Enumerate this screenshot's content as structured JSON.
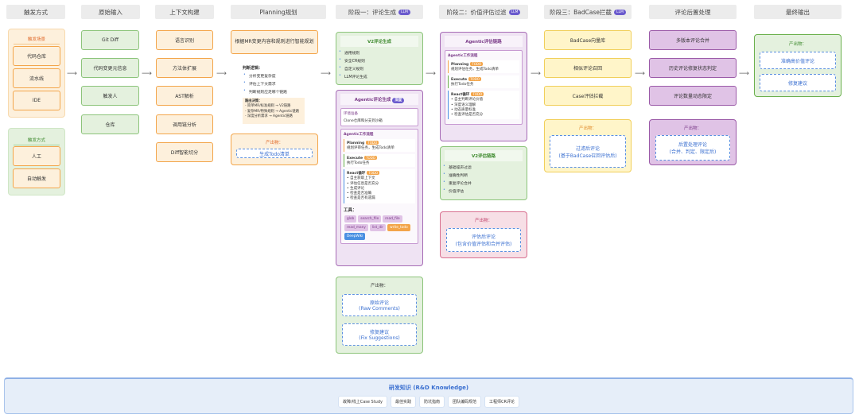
{
  "headers": [
    "触发方式",
    "原始输入",
    "上下文构建",
    "Planning规划",
    "阶段一：评论生成",
    "阶段二：价值评估过滤",
    "阶段三：BadCase拦截",
    "评论后置处理",
    "最终输出"
  ],
  "llm_badge": "LLM",
  "trigger": {
    "scene_title": "触发场景",
    "scenes": [
      "代码仓库",
      "流水线",
      "IDE"
    ],
    "mode_title": "触发方式",
    "modes": [
      "人工",
      "自动触发"
    ]
  },
  "inputs": [
    "Git Diff",
    "代码变更元信息",
    "触发人",
    "仓库"
  ],
  "context": [
    "语言识别",
    "方法体扩展",
    "AST解析",
    "调用链分析",
    "Diff智能切分"
  ],
  "planning": {
    "main": "根据MR变更内容和规则进行智能规划",
    "logic_title": "判断逻辑：",
    "logic": [
      "分析变更复杂度",
      "评估上下文需求",
      "判断规则应走哪个链路"
    ],
    "decision_title": "路由决策：",
    "decisions": [
      "- 简单MR/标准规则 → V2链路",
      "- 复杂MR/特殊规则 → Agentic链路",
      "- 深度分析需求 → Agentic链路"
    ],
    "output_title": "产出物：",
    "output": "生成Todo清单"
  },
  "stage1": {
    "v2_title": "V2评论生成",
    "v2_items": [
      "通用规则",
      "安全CR规则",
      "自定义规则",
      "LLM评论生成"
    ],
    "agentic_title": "Agentic评论生成",
    "agentic_badge": "深度",
    "env_title": "环境准备",
    "env_text": "Clone仓库和分支到沙箱",
    "flow_title": "Agentic工作流程",
    "todo": "TODO",
    "planning": "Planning",
    "planning_desc": "规划评审任务，生成Todo清单",
    "execute": "Execute",
    "execute_desc": "执行Todo任务",
    "react": "React循环",
    "react_items": [
      "• 自主获取上下文",
      "• 评估信息是否充分",
      "• 生成评论",
      "• 检查是否准确",
      "• 检查是否有遗漏"
    ],
    "tools_title": "工具：",
    "tools": [
      "glob",
      "search_file",
      "read_file",
      "read_many",
      "list_dir",
      "write_todo",
      "DeepWiki"
    ],
    "output_title": "产出物：",
    "outputs": [
      [
        "原始评论",
        "(Raw Comments)"
      ],
      [
        "修复建议",
        "(Fix Suggestions)"
      ]
    ]
  },
  "stage2": {
    "agentic_title": "Agentic评估链路",
    "flow_title": "Agentic工作流程",
    "planning": "Planning",
    "planning_desc": "规划评估任务，生成Todo清单",
    "execute": "Execute",
    "execute_desc": "执行Todo任务",
    "react": "React循环",
    "react_items": [
      "• 自主判断评论价值",
      "• 深度语义理解",
      "• 动态质量标准",
      "• 检查评估是否充分"
    ],
    "v2_title": "V2评估链路",
    "v2_items": [
      "基础噪声过滤",
      "准确性判断",
      "重复评论合并",
      "价值评估"
    ],
    "output_title": "产出物：",
    "output": [
      "评估后评论",
      "(包含价值评估和合并评估)"
    ]
  },
  "stage3": {
    "items": [
      "BadCase向量库",
      "相似评论召回",
      "Case评估拦截"
    ],
    "output_title": "产出物：",
    "output": [
      "过滤后评论",
      "(基于BadCase召回评估后)"
    ]
  },
  "post": {
    "items": [
      "多版本评论合并",
      "历史评论修复状态判定",
      "评论数量动态限定"
    ],
    "output_title": "产出物：",
    "output": [
      "后置处理评论",
      "(合并、判定、限定后)"
    ]
  },
  "final": {
    "output_title": "产出物：",
    "outputs": [
      "准确高价值评论",
      "修复建议"
    ]
  },
  "knowledge": {
    "title": "研发知识 (R&D Knowledge)",
    "items": [
      "故障/线上Case Study",
      "最佳实践",
      "防坑指南",
      "团队编码规范",
      "工程师CR评论"
    ]
  }
}
